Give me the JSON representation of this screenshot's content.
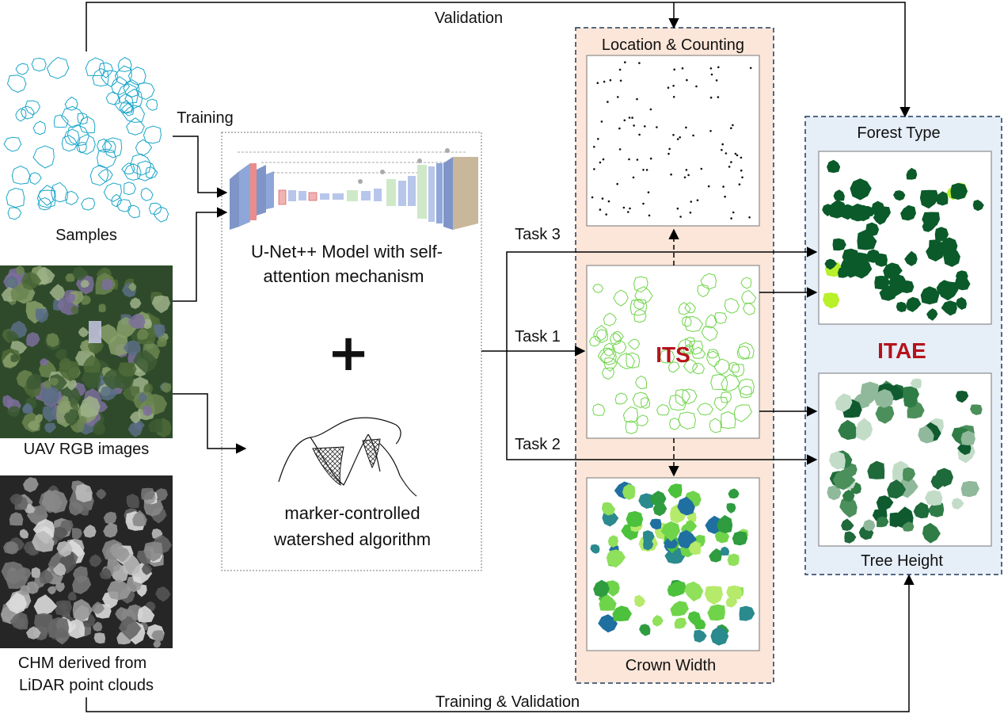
{
  "inputs": {
    "samples": "Samples",
    "uav": "UAV RGB images",
    "chm_line1": "CHM derived from",
    "chm_line2": "LiDAR point clouds"
  },
  "flows": {
    "validation": "Validation",
    "training": "Training",
    "training_validation": "Training & Validation",
    "task1": "Task 1",
    "task2": "Task 2",
    "task3": "Task 3"
  },
  "model": {
    "unet_line1": "U-Net++ Model with self-",
    "unet_line2": "attention mechanism",
    "plus": "+",
    "watershed_line1": "marker-controlled",
    "watershed_line2": "watershed algorithm"
  },
  "its": {
    "location": "Location & Counting",
    "center": "ITS",
    "crown": "Crown Width"
  },
  "itae": {
    "forest_type": "Forest Type",
    "center": "ITAE",
    "tree_height": "Tree Height"
  },
  "colors": {
    "its_panel": "#fbe6d9",
    "itae_panel": "#e6eef8",
    "outline_cyan": "#1aa6c9",
    "outline_green": "#6fd44a",
    "crown_dark": "#0b5a2a",
    "accent_red": "#b5121b"
  }
}
